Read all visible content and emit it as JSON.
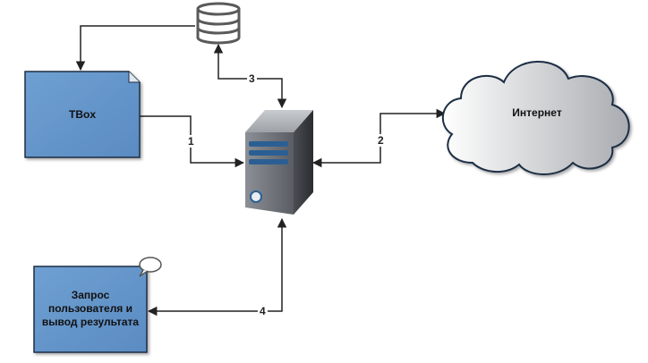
{
  "nodes": {
    "tbox": {
      "label": "TBox",
      "shape": "folded-document",
      "color": "#6699cc"
    },
    "internet": {
      "label": "Интернет",
      "shape": "cloud"
    },
    "user_request": {
      "label": "Запрос пользователя и вывод результата",
      "shape": "document-with-speech-bubble",
      "color": "#6699cc"
    },
    "server": {
      "label": "",
      "shape": "server-tower-icon"
    },
    "database": {
      "label": "",
      "shape": "database-icon"
    }
  },
  "edges": [
    {
      "label": "1",
      "from": "TBox",
      "to": "server"
    },
    {
      "label": "2",
      "from": "server",
      "to": "Интернет",
      "bidirectional": true
    },
    {
      "label": "3",
      "from": "database",
      "to": "server",
      "bidirectional": true
    },
    {
      "label": "4",
      "from": "server",
      "to": "user_request",
      "bidirectional": true
    }
  ]
}
